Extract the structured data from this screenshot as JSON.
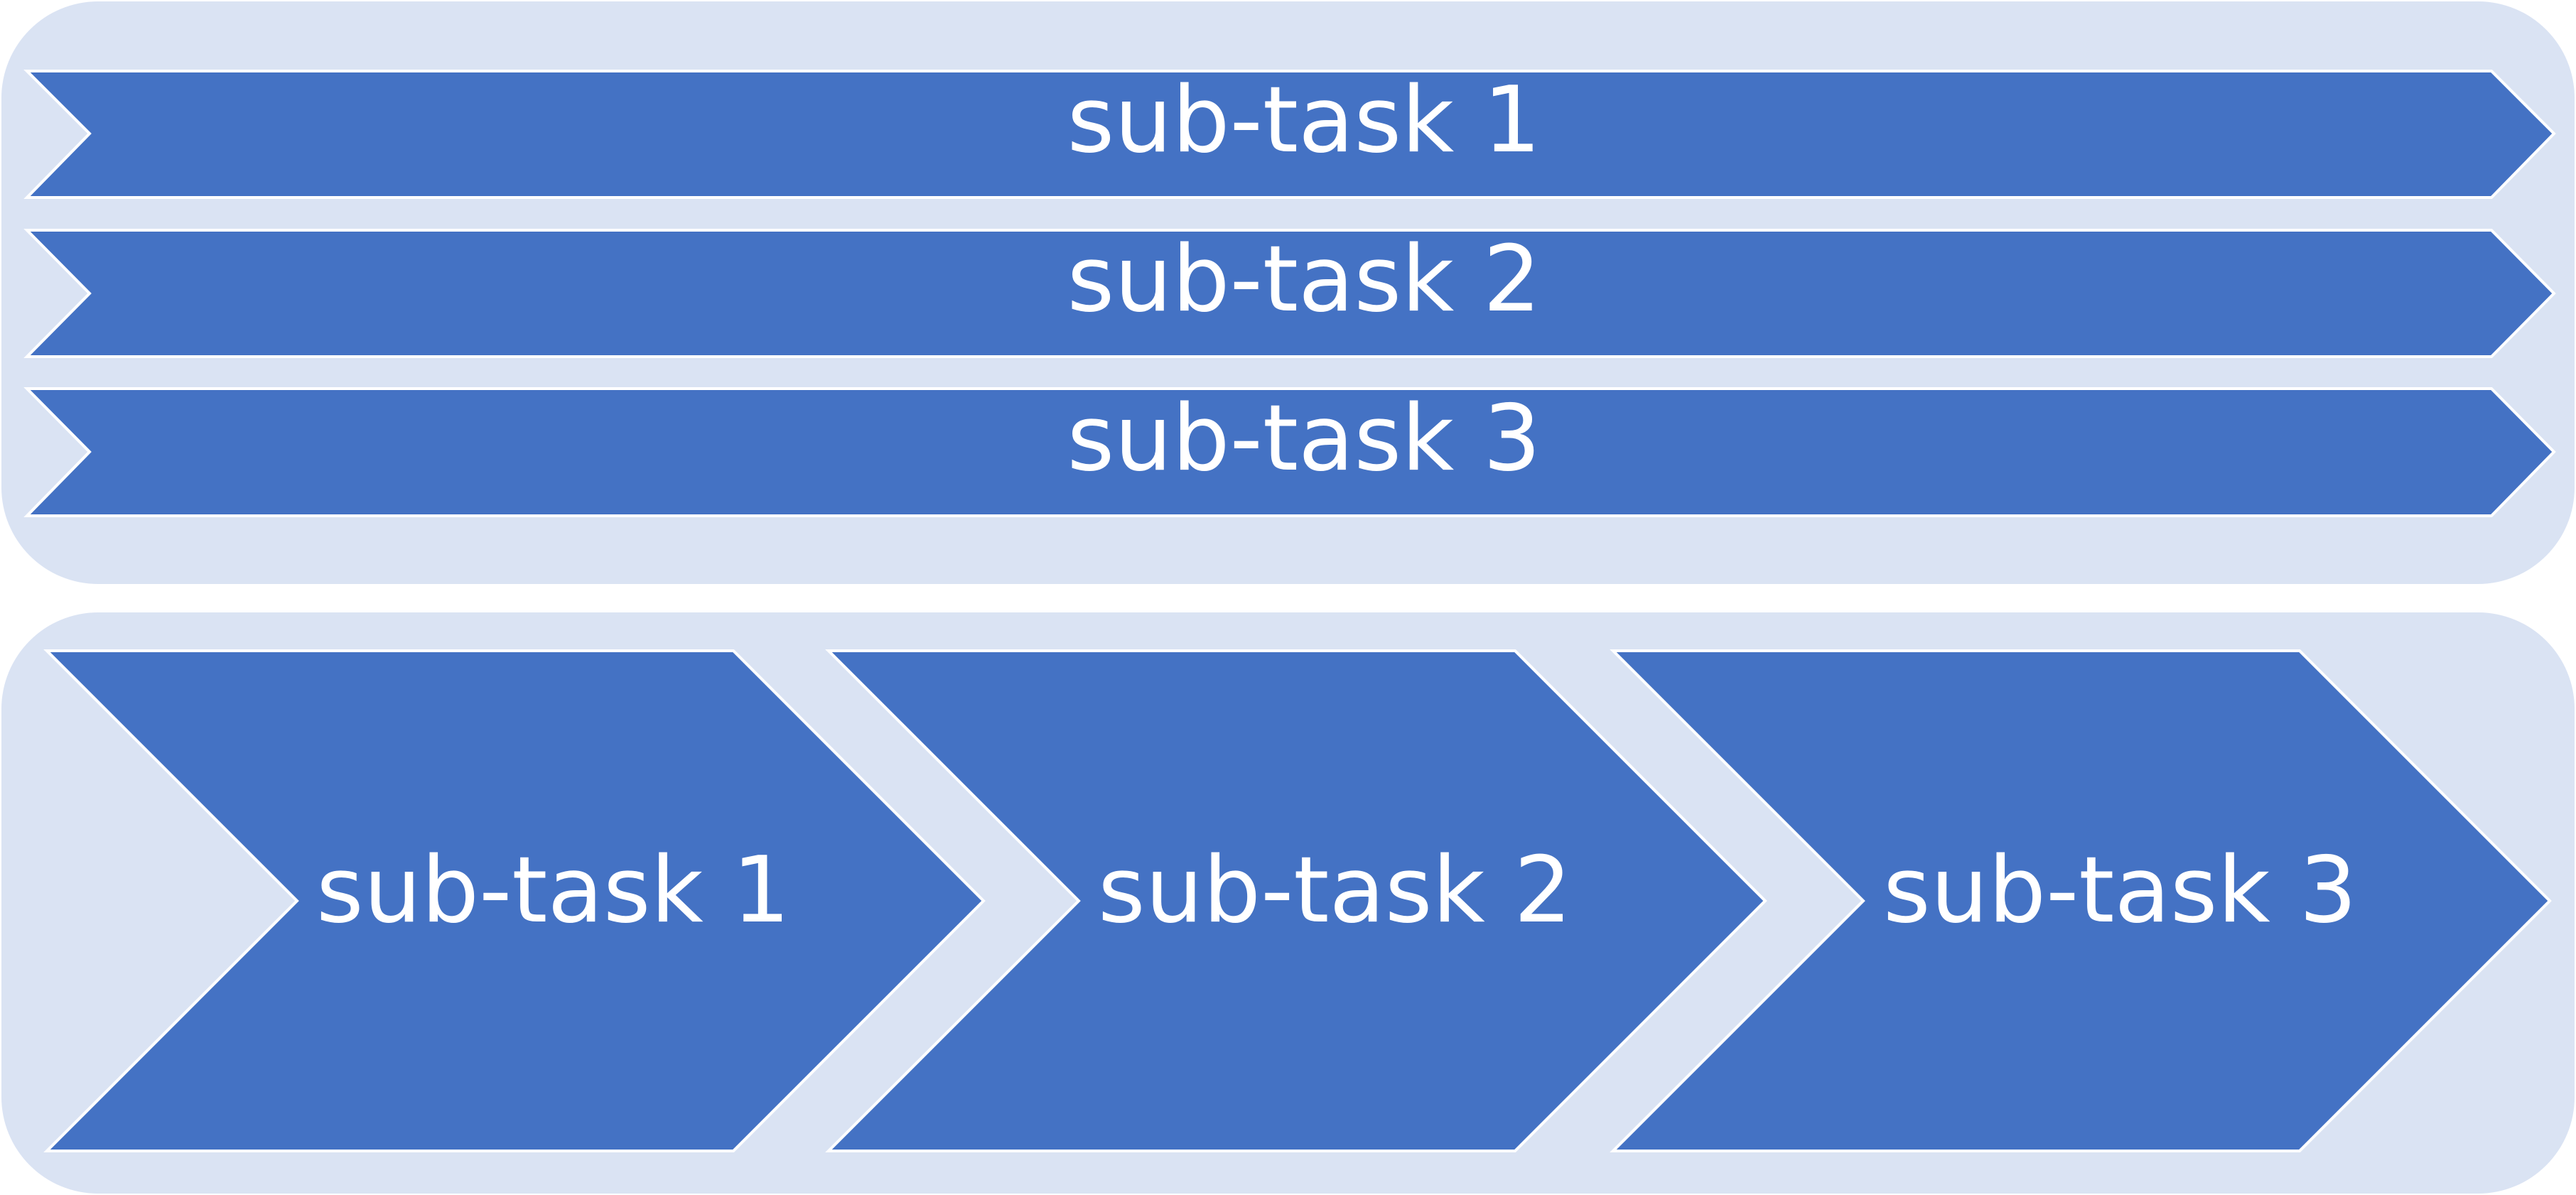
{
  "colors": {
    "panel_fill": "#DAE3F3",
    "chevron_fill": "#4472C4",
    "chevron_stroke": "#FFFFFF",
    "label_color": "#FFFFFF"
  },
  "sequential_panel": {
    "steps": [
      {
        "label": "sub-task 1"
      },
      {
        "label": "sub-task 2"
      },
      {
        "label": "sub-task 3"
      }
    ]
  },
  "pipeline_panel": {
    "steps": [
      {
        "label": "sub-task 1"
      },
      {
        "label": "sub-task 2"
      },
      {
        "label": "sub-task 3"
      }
    ]
  }
}
